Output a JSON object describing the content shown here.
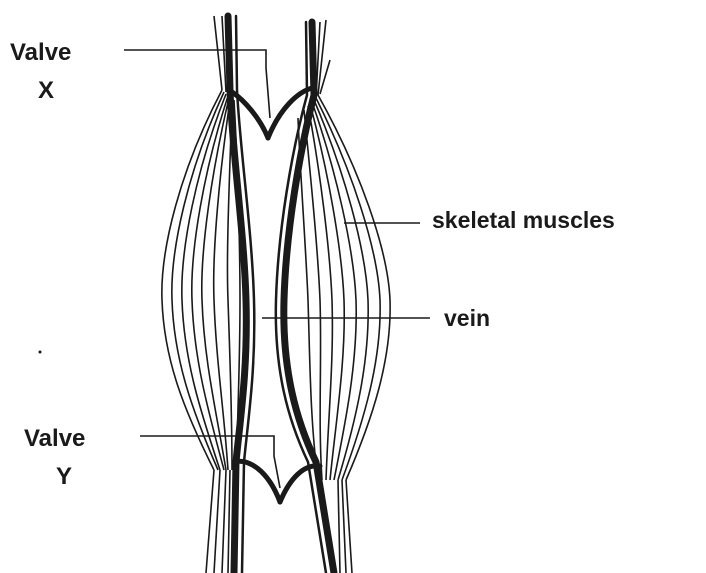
{
  "labels": {
    "valve_x_line1": "Valve",
    "valve_x_line2": "X",
    "valve_y_line1": "Valve",
    "valve_y_line2": "Y",
    "skeletal_muscles": "skeletal muscles",
    "vein": "vein"
  },
  "colors": {
    "ink": "#1a1a1a",
    "background": "#ffffff"
  }
}
